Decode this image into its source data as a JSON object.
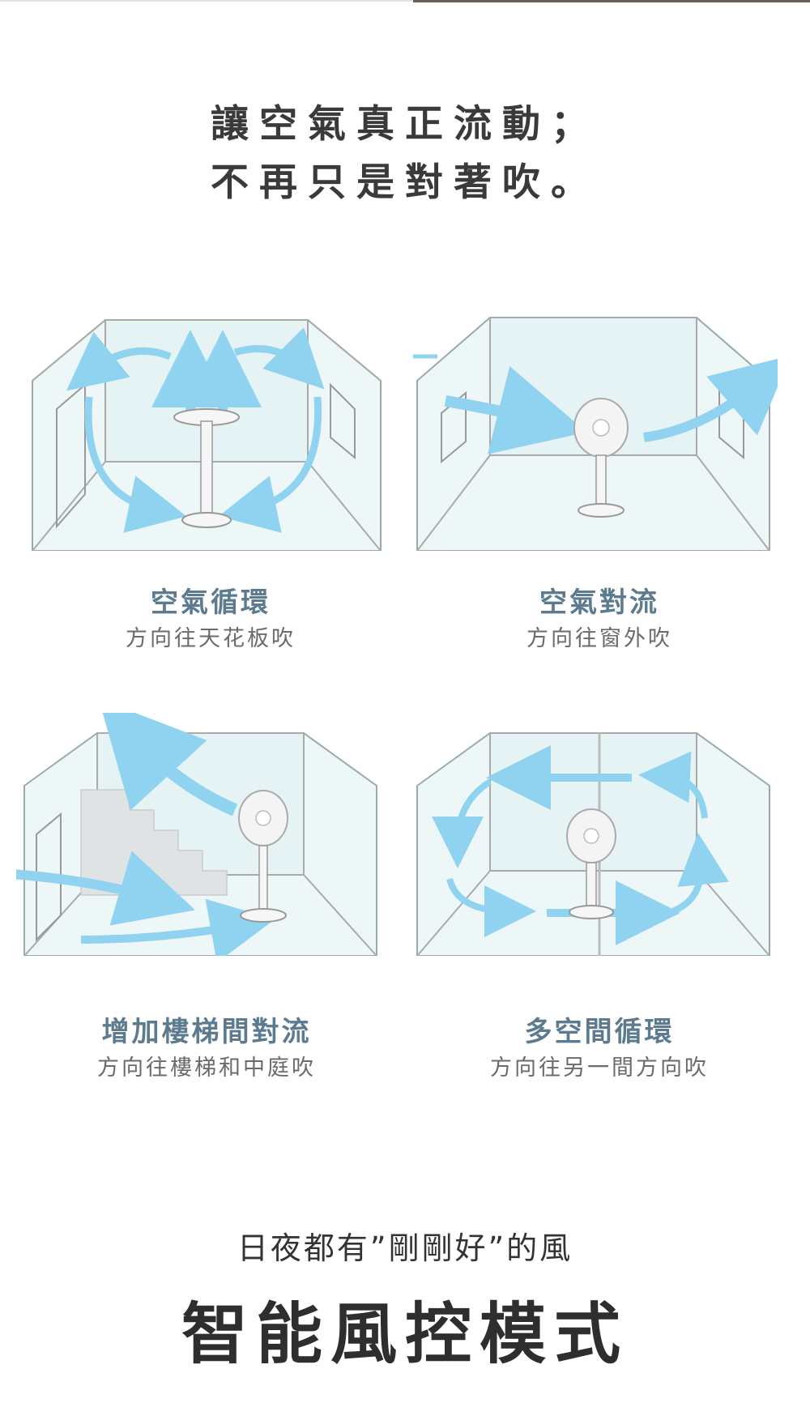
{
  "headline": {
    "line1": "讓空氣真正流動；",
    "line2": "不再只是對著吹。"
  },
  "modes": [
    {
      "title": "空氣循環",
      "subtitle": "方向往天花板吹"
    },
    {
      "title": "空氣對流",
      "subtitle": "方向往窗外吹"
    },
    {
      "title": "增加樓梯間對流",
      "subtitle": "方向往樓梯和中庭吹"
    },
    {
      "title": "多空間循環",
      "subtitle": "方向往另一間方向吹"
    }
  ],
  "footer": {
    "subtitle": "日夜都有”剛剛好”的風",
    "title": "智能風控模式"
  },
  "colors": {
    "arrow": "#8fd3f0",
    "title_blue": "#5c7b8f",
    "room_fill": "#eaf5f6"
  }
}
